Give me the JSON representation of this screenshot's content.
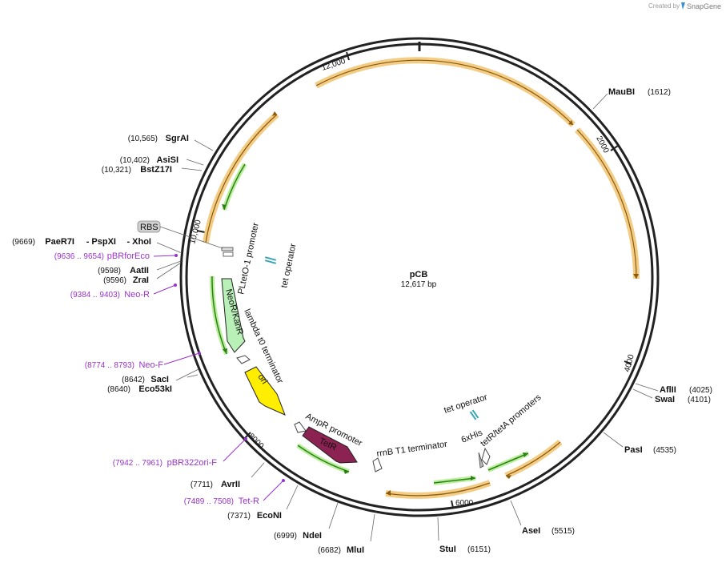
{
  "watermark": {
    "created_by": "Created by",
    "brand": "SnapGene"
  },
  "plasmid": {
    "name": "pCB",
    "length": "12,617 bp"
  },
  "ticks": [
    "12,000",
    "2000",
    "4000",
    "6000",
    "8000",
    "10,000"
  ],
  "enzymes": [
    {
      "name": "MauBI",
      "pos": "(1612)"
    },
    {
      "name": "AflII",
      "pos": "(4025)"
    },
    {
      "name": "SwaI",
      "pos": "(4101)"
    },
    {
      "name": "PasI",
      "pos": "(4535)"
    },
    {
      "name": "AseI",
      "pos": "(5515)"
    },
    {
      "name": "StuI",
      "pos": "(6151)"
    },
    {
      "name": "MluI",
      "pos": "(6682)"
    },
    {
      "name": "NdeI",
      "pos": "(6999)"
    },
    {
      "name": "EcoNI",
      "pos": "(7371)"
    },
    {
      "name": "AvrII",
      "pos": "(7711)"
    },
    {
      "name": "SacI",
      "pos": "(8642)"
    },
    {
      "name": "Eco53kI",
      "pos": "(8640)"
    },
    {
      "name": "AatII",
      "pos": "(9598)"
    },
    {
      "name": "ZraI",
      "pos": "(9596)"
    },
    {
      "name": "PaeR7I",
      "pos": "(9669)"
    },
    {
      "name": "- PspXI",
      "pos": ""
    },
    {
      "name": "- XhoI",
      "pos": ""
    },
    {
      "name": "BstZ17I",
      "pos": "(10,321)"
    },
    {
      "name": "AsiSI",
      "pos": "(10,402)"
    },
    {
      "name": "SgrAI",
      "pos": "(10,565)"
    }
  ],
  "primers": [
    {
      "name": "pBRforEco",
      "pos": "(9636 .. 9654)"
    },
    {
      "name": "Neo-R",
      "pos": "(9384 .. 9403)"
    },
    {
      "name": "Neo-F",
      "pos": "(8774 .. 8793)"
    },
    {
      "name": "pBR322ori-F",
      "pos": "(7942 .. 7961)"
    },
    {
      "name": "Tet-R",
      "pos": "(7489 .. 7508)"
    }
  ],
  "features": {
    "rbs": "RBS",
    "pltet": "PLtetO-1 promoter",
    "tetop1": "tet operator",
    "neor": "NeoR/KanR",
    "lambda": "lambda t0 terminator",
    "ori": "ori",
    "ampr_prom": "AmpR promoter",
    "tetr": "TetR",
    "rrnb": "rrnB T1 terminator",
    "tetop2": "tet operator",
    "his": "6xHis",
    "tetra": "tetR/tetA promoters"
  },
  "colors": {
    "backbone": "#222222",
    "orf": "#f0c070",
    "orf_dark": "#c07a10",
    "primer": "#9933cc",
    "neor_fill": "#b8f0b8",
    "ori_fill": "#ffee00",
    "tetr_fill": "#8b2252",
    "tetop": "#3aa6b5",
    "green_arrow": "#2e7d1a"
  }
}
